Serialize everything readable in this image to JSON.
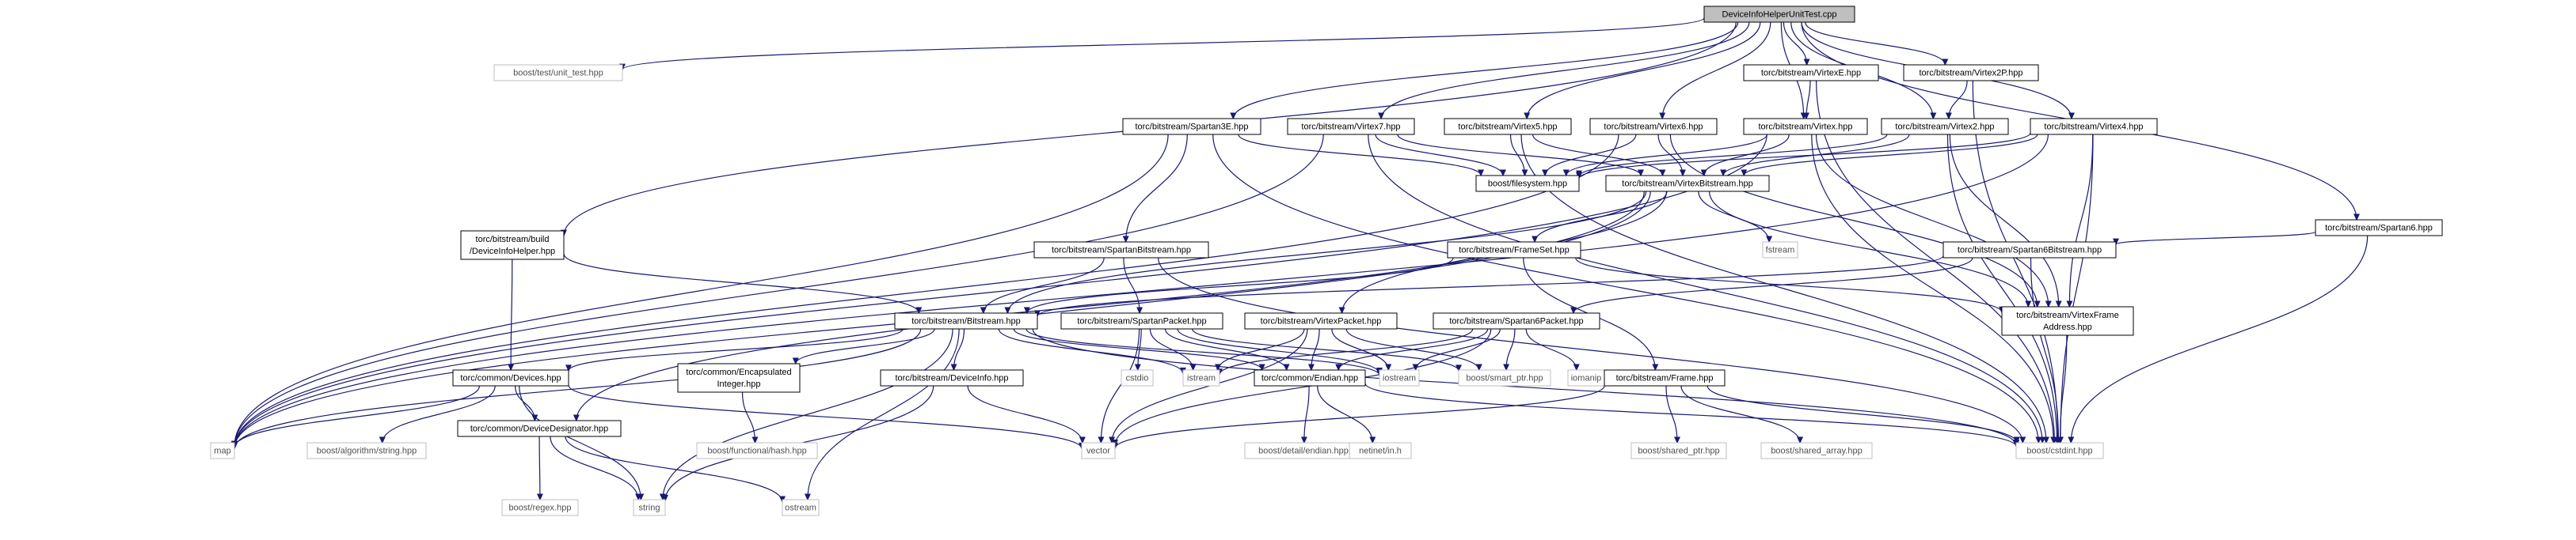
{
  "diagram": {
    "root": "DeviceInfoHelperUnitTest.cpp",
    "colors": {
      "edge": "#191970",
      "root_fill": "#bfbfbf",
      "root_border": "#000000",
      "internal_fill": "#ffffff",
      "internal_border": "#000000",
      "external_fill": "#ffffff",
      "external_border": "#bfbfbf",
      "internal_text": "#000000",
      "external_text": "#505050"
    },
    "nodes": [
      {
        "id": "root",
        "lines": [
          "DeviceInfoHelperUnitTest.cpp"
        ],
        "kind": "root"
      },
      {
        "id": "unit_test",
        "lines": [
          "boost/test/unit_test.hpp"
        ],
        "kind": "external"
      },
      {
        "id": "virtexe",
        "lines": [
          "torc/bitstream/VirtexE.hpp"
        ],
        "kind": "internal"
      },
      {
        "id": "virtex2p",
        "lines": [
          "torc/bitstream/Virtex2P.hpp"
        ],
        "kind": "internal"
      },
      {
        "id": "spartan3e",
        "lines": [
          "torc/bitstream/Spartan3E.hpp"
        ],
        "kind": "internal"
      },
      {
        "id": "virtex7",
        "lines": [
          "torc/bitstream/Virtex7.hpp"
        ],
        "kind": "internal"
      },
      {
        "id": "virtex5",
        "lines": [
          "torc/bitstream/Virtex5.hpp"
        ],
        "kind": "internal"
      },
      {
        "id": "virtex6",
        "lines": [
          "torc/bitstream/Virtex6.hpp"
        ],
        "kind": "internal"
      },
      {
        "id": "virtex",
        "lines": [
          "torc/bitstream/Virtex.hpp"
        ],
        "kind": "internal"
      },
      {
        "id": "virtex2",
        "lines": [
          "torc/bitstream/Virtex2.hpp"
        ],
        "kind": "internal"
      },
      {
        "id": "virtex4",
        "lines": [
          "torc/bitstream/Virtex4.hpp"
        ],
        "kind": "internal"
      },
      {
        "id": "filesystem",
        "lines": [
          "boost/filesystem.hpp"
        ],
        "kind": "internal"
      },
      {
        "id": "virtexbitstream",
        "lines": [
          "torc/bitstream/VirtexBitstream.hpp"
        ],
        "kind": "internal"
      },
      {
        "id": "spartan6",
        "lines": [
          "torc/bitstream/Spartan6.hpp"
        ],
        "kind": "internal"
      },
      {
        "id": "devinfohelper",
        "lines": [
          "torc/bitstream/build",
          "/DeviceInfoHelper.hpp"
        ],
        "kind": "internal"
      },
      {
        "id": "spartanbitstream",
        "lines": [
          "torc/bitstream/SpartanBitstream.hpp"
        ],
        "kind": "internal"
      },
      {
        "id": "frameset",
        "lines": [
          "torc/bitstream/FrameSet.hpp"
        ],
        "kind": "internal"
      },
      {
        "id": "fstream",
        "lines": [
          "fstream"
        ],
        "kind": "external"
      },
      {
        "id": "spartan6bitstream",
        "lines": [
          "torc/bitstream/Spartan6Bitstream.hpp"
        ],
        "kind": "internal"
      },
      {
        "id": "bitstream",
        "lines": [
          "torc/bitstream/Bitstream.hpp"
        ],
        "kind": "internal"
      },
      {
        "id": "spartanpacket",
        "lines": [
          "torc/bitstream/SpartanPacket.hpp"
        ],
        "kind": "internal"
      },
      {
        "id": "virtexpacket",
        "lines": [
          "torc/bitstream/VirtexPacket.hpp"
        ],
        "kind": "internal"
      },
      {
        "id": "spartan6packet",
        "lines": [
          "torc/bitstream/Spartan6Packet.hpp"
        ],
        "kind": "internal"
      },
      {
        "id": "frameaddress",
        "lines": [
          "torc/bitstream/VirtexFrame",
          "Address.hpp"
        ],
        "kind": "internal"
      },
      {
        "id": "devices",
        "lines": [
          "torc/common/Devices.hpp"
        ],
        "kind": "internal"
      },
      {
        "id": "encint",
        "lines": [
          "torc/common/Encapsulated",
          "Integer.hpp"
        ],
        "kind": "internal"
      },
      {
        "id": "deviceinfo",
        "lines": [
          "torc/bitstream/DeviceInfo.hpp"
        ],
        "kind": "internal"
      },
      {
        "id": "cstdio",
        "lines": [
          "cstdio"
        ],
        "kind": "external"
      },
      {
        "id": "istream",
        "lines": [
          "istream"
        ],
        "kind": "external"
      },
      {
        "id": "endian",
        "lines": [
          "torc/common/Endian.hpp"
        ],
        "kind": "internal"
      },
      {
        "id": "iostream",
        "lines": [
          "iostream"
        ],
        "kind": "external"
      },
      {
        "id": "smartptr",
        "lines": [
          "boost/smart_ptr.hpp"
        ],
        "kind": "external"
      },
      {
        "id": "iomanip",
        "lines": [
          "iomanip"
        ],
        "kind": "external"
      },
      {
        "id": "frame",
        "lines": [
          "torc/bitstream/Frame.hpp"
        ],
        "kind": "internal"
      },
      {
        "id": "map",
        "lines": [
          "map"
        ],
        "kind": "external"
      },
      {
        "id": "algostring",
        "lines": [
          "boost/algorithm/string.hpp"
        ],
        "kind": "external"
      },
      {
        "id": "devdesignator",
        "lines": [
          "torc/common/DeviceDesignator.hpp"
        ],
        "kind": "internal"
      },
      {
        "id": "hash",
        "lines": [
          "boost/functional/hash.hpp"
        ],
        "kind": "external"
      },
      {
        "id": "vector",
        "lines": [
          "vector"
        ],
        "kind": "external"
      },
      {
        "id": "detailendian",
        "lines": [
          "boost/detail/endian.hpp"
        ],
        "kind": "external"
      },
      {
        "id": "netinet",
        "lines": [
          "netinet/in.h"
        ],
        "kind": "external"
      },
      {
        "id": "sharedptr",
        "lines": [
          "boost/shared_ptr.hpp"
        ],
        "kind": "external"
      },
      {
        "id": "sharedarray",
        "lines": [
          "boost/shared_array.hpp"
        ],
        "kind": "external"
      },
      {
        "id": "cstdint",
        "lines": [
          "boost/cstdint.hpp"
        ],
        "kind": "external"
      },
      {
        "id": "regex",
        "lines": [
          "boost/regex.hpp"
        ],
        "kind": "external"
      },
      {
        "id": "string",
        "lines": [
          "string"
        ],
        "kind": "external"
      },
      {
        "id": "ostream",
        "lines": [
          "ostream"
        ],
        "kind": "external"
      }
    ],
    "edges": [
      [
        "root",
        "unit_test"
      ],
      [
        "root",
        "virtexe"
      ],
      [
        "root",
        "virtex2p"
      ],
      [
        "root",
        "spartan3e"
      ],
      [
        "root",
        "virtex7"
      ],
      [
        "root",
        "virtex5"
      ],
      [
        "root",
        "virtex6"
      ],
      [
        "root",
        "virtex"
      ],
      [
        "root",
        "virtex2"
      ],
      [
        "root",
        "virtex4"
      ],
      [
        "root",
        "spartan6"
      ],
      [
        "root",
        "devinfohelper"
      ],
      [
        "virtexe",
        "virtex"
      ],
      [
        "virtexe",
        "cstdint"
      ],
      [
        "virtex2p",
        "virtex2"
      ],
      [
        "virtex2p",
        "cstdint"
      ],
      [
        "spartan3e",
        "spartanbitstream"
      ],
      [
        "spartan3e",
        "filesystem"
      ],
      [
        "spartan3e",
        "map"
      ],
      [
        "spartan3e",
        "cstdint"
      ],
      [
        "virtex7",
        "virtexbitstream"
      ],
      [
        "virtex7",
        "filesystem"
      ],
      [
        "virtex7",
        "map"
      ],
      [
        "virtex7",
        "cstdint"
      ],
      [
        "virtex5",
        "virtexbitstream"
      ],
      [
        "virtex5",
        "filesystem"
      ],
      [
        "virtex5",
        "cstdint"
      ],
      [
        "virtex6",
        "virtexbitstream"
      ],
      [
        "virtex6",
        "filesystem"
      ],
      [
        "virtex6",
        "frameaddress"
      ],
      [
        "virtex6",
        "map"
      ],
      [
        "virtex",
        "virtexbitstream"
      ],
      [
        "virtex",
        "filesystem"
      ],
      [
        "virtex",
        "frameaddress"
      ],
      [
        "virtex",
        "map"
      ],
      [
        "virtex",
        "cstdint"
      ],
      [
        "virtex2",
        "virtexbitstream"
      ],
      [
        "virtex2",
        "filesystem"
      ],
      [
        "virtex2",
        "frameaddress"
      ],
      [
        "virtex2",
        "cstdint"
      ],
      [
        "virtex4",
        "virtexbitstream"
      ],
      [
        "virtex4",
        "filesystem"
      ],
      [
        "virtex4",
        "frameaddress"
      ],
      [
        "virtex4",
        "map"
      ],
      [
        "virtex4",
        "cstdint"
      ],
      [
        "virtexbitstream",
        "bitstream"
      ],
      [
        "virtexbitstream",
        "virtexpacket"
      ],
      [
        "virtexbitstream",
        "frameset"
      ],
      [
        "virtexbitstream",
        "fstream"
      ],
      [
        "virtexbitstream",
        "devdesignator"
      ],
      [
        "virtexbitstream",
        "frameaddress"
      ],
      [
        "virtexbitstream",
        "map"
      ],
      [
        "spartan6",
        "spartan6bitstream"
      ],
      [
        "spartan6",
        "cstdint"
      ],
      [
        "devinfohelper",
        "bitstream"
      ],
      [
        "devinfohelper",
        "devices"
      ],
      [
        "spartanbitstream",
        "bitstream"
      ],
      [
        "spartanbitstream",
        "spartanpacket"
      ],
      [
        "spartanbitstream",
        "cstdint"
      ],
      [
        "frameset",
        "frame"
      ],
      [
        "frameset",
        "frameaddress"
      ],
      [
        "frameset",
        "bitstream"
      ],
      [
        "spartan6bitstream",
        "bitstream"
      ],
      [
        "spartan6bitstream",
        "spartan6packet"
      ],
      [
        "spartan6bitstream",
        "cstdint"
      ],
      [
        "bitstream",
        "devices"
      ],
      [
        "bitstream",
        "encint"
      ],
      [
        "bitstream",
        "deviceinfo"
      ],
      [
        "bitstream",
        "endian"
      ],
      [
        "bitstream",
        "istream"
      ],
      [
        "bitstream",
        "iostream"
      ],
      [
        "bitstream",
        "map"
      ],
      [
        "bitstream",
        "string"
      ],
      [
        "bitstream",
        "ostream"
      ],
      [
        "bitstream",
        "cstdint"
      ],
      [
        "spartanpacket",
        "cstdio"
      ],
      [
        "spartanpacket",
        "istream"
      ],
      [
        "spartanpacket",
        "endian"
      ],
      [
        "spartanpacket",
        "iostream"
      ],
      [
        "spartanpacket",
        "smartptr"
      ],
      [
        "spartanpacket",
        "vector"
      ],
      [
        "virtexpacket",
        "istream"
      ],
      [
        "virtexpacket",
        "endian"
      ],
      [
        "virtexpacket",
        "iostream"
      ],
      [
        "virtexpacket",
        "smartptr"
      ],
      [
        "virtexpacket",
        "vector"
      ],
      [
        "spartan6packet",
        "istream"
      ],
      [
        "spartan6packet",
        "endian"
      ],
      [
        "spartan6packet",
        "iostream"
      ],
      [
        "spartan6packet",
        "smartptr"
      ],
      [
        "spartan6packet",
        "iomanip"
      ],
      [
        "spartan6packet",
        "vector"
      ],
      [
        "frameaddress",
        "cstdint"
      ],
      [
        "devices",
        "map"
      ],
      [
        "devices",
        "algostring"
      ],
      [
        "devices",
        "devdesignator"
      ],
      [
        "devices",
        "string"
      ],
      [
        "devices",
        "vector"
      ],
      [
        "encint",
        "hash"
      ],
      [
        "deviceinfo",
        "vector"
      ],
      [
        "deviceinfo",
        "string"
      ],
      [
        "endian",
        "detailendian"
      ],
      [
        "endian",
        "netinet"
      ],
      [
        "endian",
        "cstdint"
      ],
      [
        "frame",
        "vector"
      ],
      [
        "frame",
        "sharedptr"
      ],
      [
        "frame",
        "sharedarray"
      ],
      [
        "frame",
        "cstdint"
      ],
      [
        "devdesignator",
        "regex"
      ],
      [
        "devdesignator",
        "string"
      ],
      [
        "devdesignator",
        "ostream"
      ]
    ]
  }
}
